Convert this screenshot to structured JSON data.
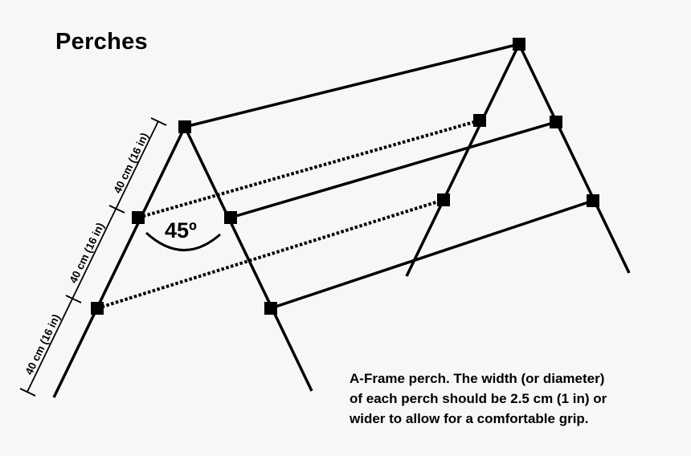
{
  "title": "Perches",
  "angle_label": "45º",
  "dimension_labels": [
    "40 cm (16 in)",
    "40 cm (16 in)",
    "40 cm (16 in)"
  ],
  "caption": {
    "lines": [
      "A-Frame perch. The width (or diameter)",
      "of each perch should be 2.5 cm (1 in) or",
      "wider to allow for a comfortable grip."
    ]
  },
  "colors": {
    "background": "#f7f7f7",
    "ink": "#000000"
  }
}
